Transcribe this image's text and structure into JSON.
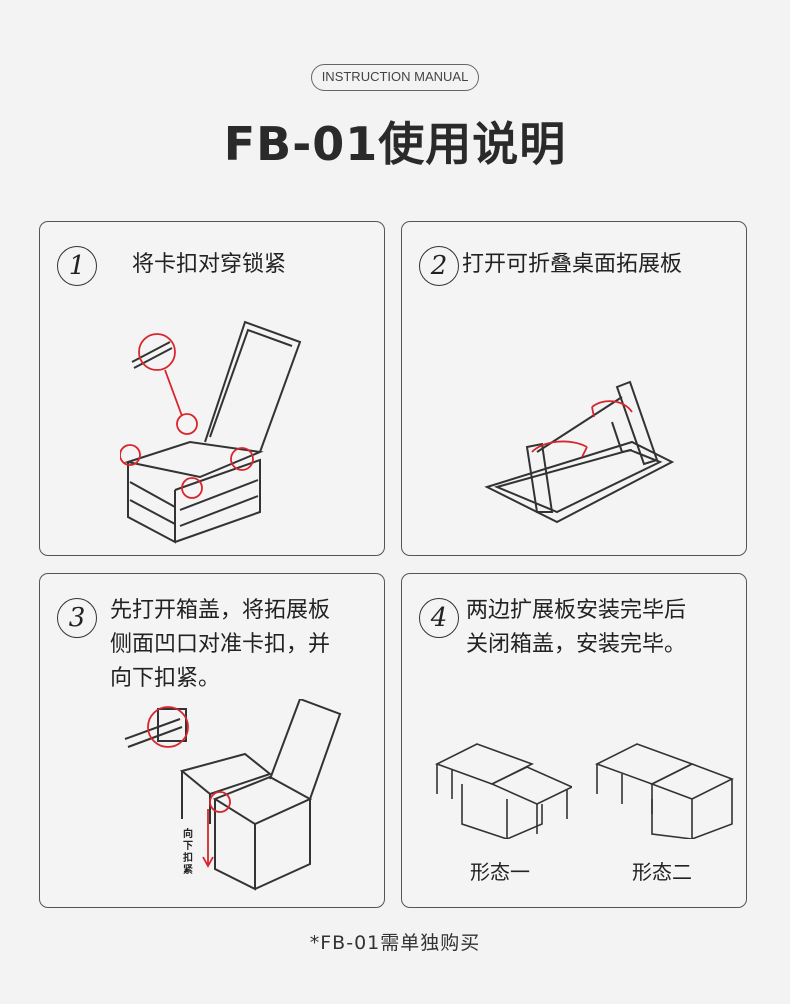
{
  "header": {
    "badge": "INSTRUCTION MANUAL",
    "title": "FB-01使用说明"
  },
  "steps": [
    {
      "number": "1",
      "text": "将卡扣对穿锁紧"
    },
    {
      "number": "2",
      "text": "打开可折叠桌面拓展板"
    },
    {
      "number": "3",
      "text": "先打开箱盖，将拓展板\n侧面凹口对准卡扣，并\n向下扣紧。",
      "side_label": "向下扣紧"
    },
    {
      "number": "4",
      "text": "两边扩展板安装完毕后\n关闭箱盖，安装完毕。",
      "captions": [
        "形态一",
        "形态二"
      ]
    }
  ],
  "footer": "*FB-01需单独购买",
  "colors": {
    "accent": "#d9262c",
    "line": "#333333"
  }
}
